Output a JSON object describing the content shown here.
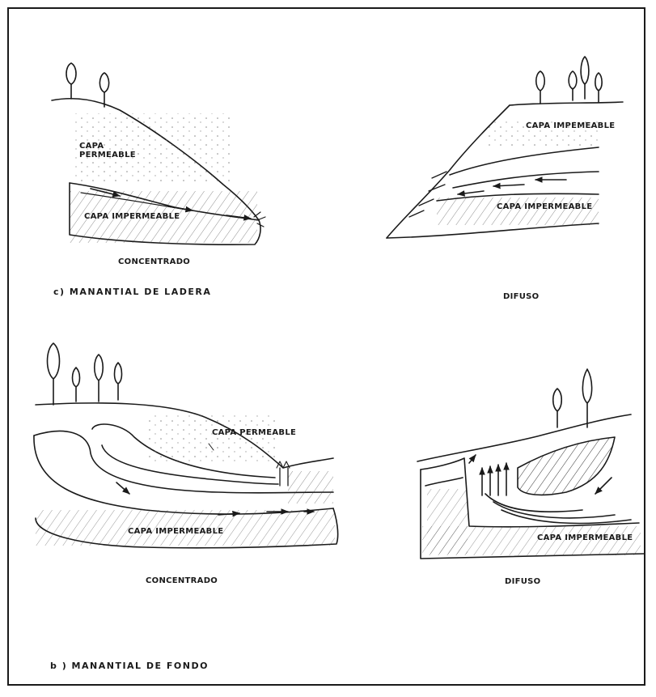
{
  "diagram": {
    "panel_a": {
      "caption": "c)  MANANTIAL  DE  LADERA",
      "left": {
        "permeable_line1": "CAPA",
        "permeable_line2": "PERMEABLE",
        "impermeable": "CAPA IMPERMEABLE",
        "type": "CONCENTRADO"
      },
      "right": {
        "impermeable_top": "CAPA IMPEMEABLE",
        "impermeable_bottom": "CAPA IMPERMEABLE",
        "type": "DIFUSO"
      }
    },
    "panel_b": {
      "caption": "b )   MANANTIAL  DE  FONDO",
      "left": {
        "permeable": "CAPA PERMEABLE",
        "impermeable": "CAPA IMPERMEABLE",
        "type": "CONCENTRADO"
      },
      "right": {
        "impermeable": "CAPA IMPERMEABLE",
        "type": "DIFUSO"
      }
    }
  },
  "colors": {
    "ink": "#1a1a1a",
    "paper": "#ffffff"
  }
}
